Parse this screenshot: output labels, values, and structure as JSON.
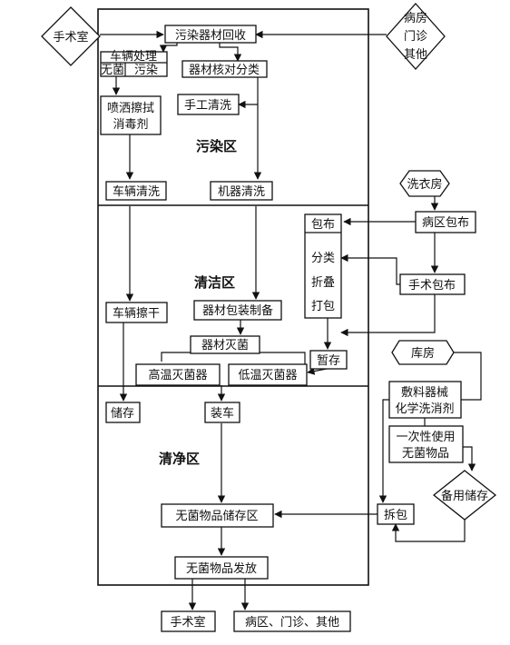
{
  "zones": {
    "contaminated": "污染区",
    "clean": "清洁区",
    "sterile": "清净区"
  },
  "nodes": {
    "or_in": "手术室",
    "wards_in": [
      "病房",
      "门诊",
      "其他"
    ],
    "collect": "污染器材回收",
    "vehicle_handle": "车辆处理",
    "sterile_label": "无菌",
    "contam_label": "污染",
    "spray": [
      "喷洒擦拭",
      "消毒剂"
    ],
    "sort": "器材核对分类",
    "manual_wash": "手工清洗",
    "vehicle_wash": "车辆清洗",
    "machine_wash": "机器清洗",
    "laundry": "洗衣房",
    "ward_cloth": "病区包布",
    "cloth_wrap": "包布",
    "classify": "分类",
    "fold": "折叠",
    "pack": "打包",
    "surgery_cloth": "手术包布",
    "vehicle_dry": "车辆擦干",
    "packaging": "器材包装制备",
    "sterilize": "器材灭菌",
    "high_temp": "高温灭菌器",
    "low_temp": "低温灭菌器",
    "temp_store": "暂存",
    "warehouse": "库房",
    "supplies": [
      "敷料器械",
      "化学洗消剂"
    ],
    "disposable": [
      "一次性使用",
      "无菌物品"
    ],
    "storage": "储存",
    "loading": "装车",
    "backup_store": "备用储存",
    "unpack": "拆包",
    "sterile_store": "无菌物品储存区",
    "dispatch": "无菌物品发放",
    "or_out": "手术室",
    "wards_out": "病区、门诊、其他"
  }
}
